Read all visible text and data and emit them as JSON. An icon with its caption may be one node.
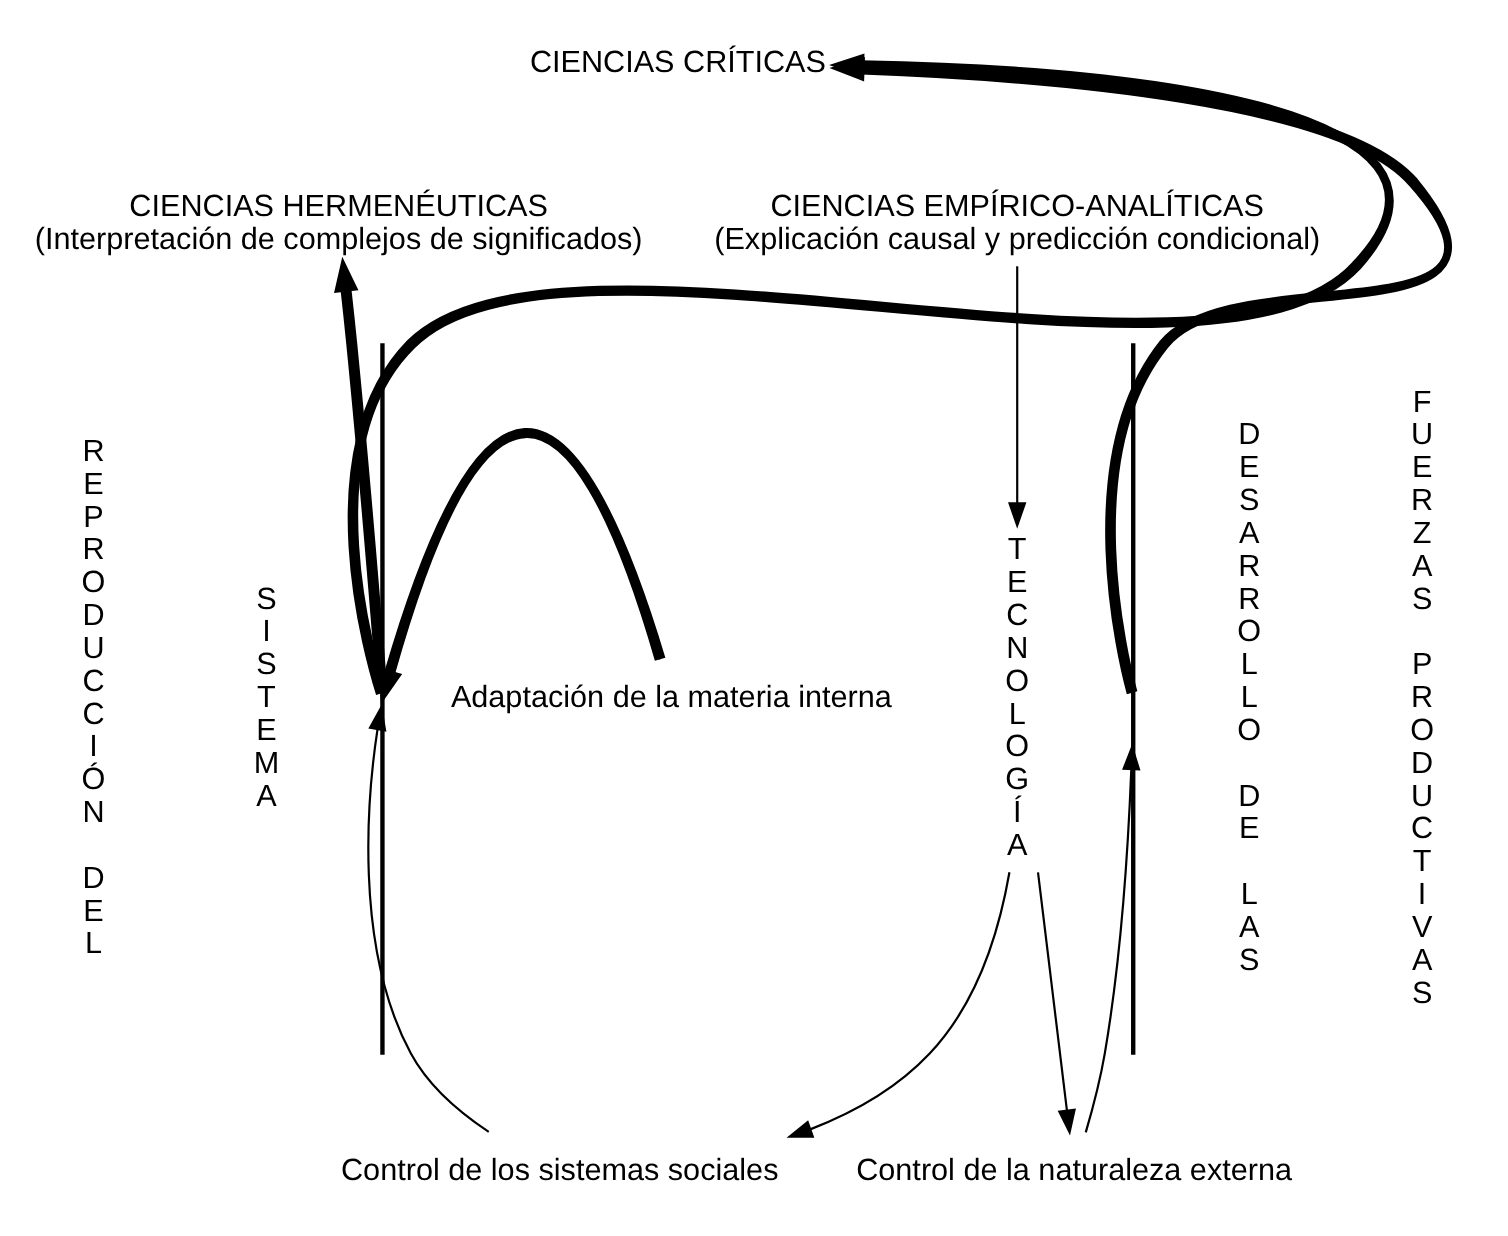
{
  "diagram": {
    "nodes": [
      {
        "text": [
          "CIENCIAS CRÍTICAS"
        ]
      },
      {
        "text": [
          "CIENCIAS HERMENÉUTICAS",
          "(Interpretación de complejos de significados)"
        ]
      },
      {
        "text": [
          "CIENCIAS EMPÍRICO-ANALÍTICAS",
          "(Explicación causal y predicción condicional)"
        ]
      },
      {
        "text": [
          "Adaptación de la materia interna"
        ]
      },
      {
        "text": [
          "TECNOLOGÍA"
        ]
      },
      {
        "text": [
          "Control de los sistemas sociales"
        ]
      },
      {
        "text": [
          "Control de la naturaleza externa"
        ]
      },
      {
        "text": [
          "REPRODUCCIÓN DEL"
        ]
      },
      {
        "text": [
          "SISTEMA"
        ]
      },
      {
        "text": [
          "DESARROLLO DE LAS"
        ]
      },
      {
        "text": [
          "FUERZAS PRODUCTIVAS"
        ]
      },
      {
        "text": [],
        "shape": "bar"
      },
      {
        "text": [],
        "shape": "bar"
      }
    ],
    "edges": [
      {
        "from": 11,
        "to": 0,
        "arrow": "to",
        "style": "thick"
      },
      {
        "from": 12,
        "to": 0,
        "arrow": "to",
        "style": "thick"
      },
      {
        "from": 11,
        "to": 1,
        "arrow": "to",
        "style": "thick"
      },
      {
        "from": 2,
        "to": 4,
        "arrow": "to"
      },
      {
        "from": 4,
        "to": 5,
        "arrow": "to"
      },
      {
        "from": 4,
        "to": 6,
        "arrow": "to"
      },
      {
        "from": 3,
        "to": 11,
        "arrow": "to",
        "style": "thick"
      },
      {
        "from": 5,
        "to": 11,
        "arrow": "to"
      },
      {
        "from": 6,
        "to": 12,
        "arrow": "to"
      }
    ]
  }
}
